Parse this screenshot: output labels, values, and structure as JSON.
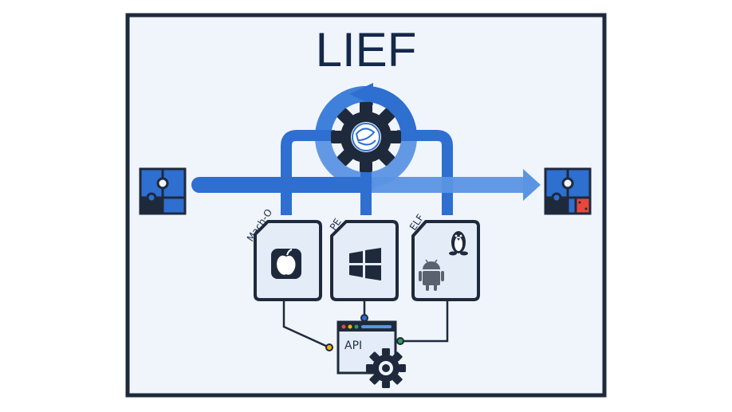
{
  "title": "LIEF",
  "formats": {
    "macho": {
      "label": "Mach-O",
      "icon": "apple-icon"
    },
    "pe": {
      "label": "PE",
      "icon": "windows-icon"
    },
    "elf": {
      "label": "ELF",
      "icons": [
        "linux-tux-icon",
        "android-icon"
      ]
    }
  },
  "api": {
    "label": "API"
  },
  "colors": {
    "frame_border": "#1e2a3c",
    "background": "#f0f4fb",
    "pipe_blue": "#2e6fd0",
    "pipe_light": "#5b94e3",
    "dark_navy": "#1e2a3c",
    "doc_fill": "#e4ecf8",
    "accent_red": "#e8483c"
  }
}
